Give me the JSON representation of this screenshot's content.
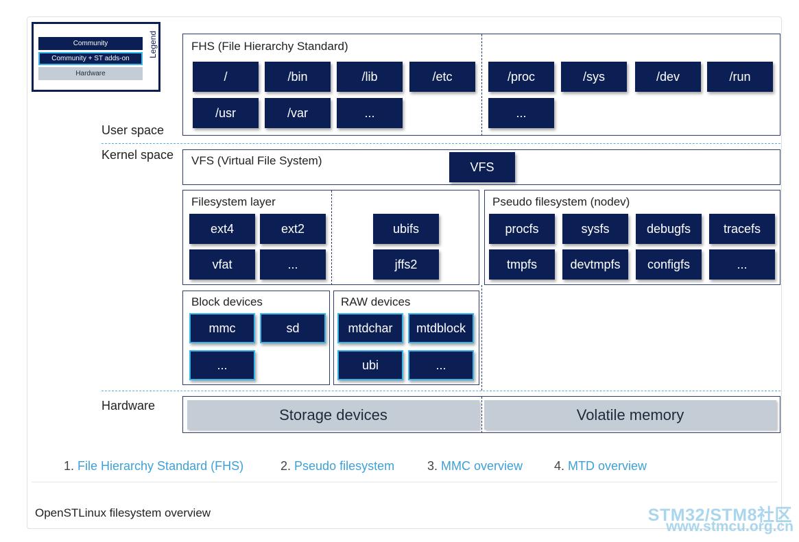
{
  "legend": {
    "title": "Legend",
    "community": "Community",
    "st_addons": "Community + ST adds-on",
    "hardware": "Hardware"
  },
  "zones": {
    "user_space": "User space",
    "kernel_space": "Kernel space",
    "hardware": "Hardware"
  },
  "fhs": {
    "title": "FHS (File Hierarchy Standard)",
    "left": [
      "/",
      "/bin",
      "/lib",
      "/etc",
      "/usr",
      "/var",
      "..."
    ],
    "right": [
      "/proc",
      "/sys",
      "/dev",
      "/run",
      "..."
    ]
  },
  "vfs": {
    "title": "VFS (Virtual File System)",
    "box": "VFS"
  },
  "fs_layer": {
    "title": "Filesystem layer",
    "left": [
      "ext4",
      "ext2",
      "vfat",
      "..."
    ],
    "right": [
      "ubifs",
      "jffs2"
    ]
  },
  "pseudo": {
    "title": "Pseudo filesystem (nodev)",
    "items": [
      "procfs",
      "sysfs",
      "debugfs",
      "tracefs",
      "tmpfs",
      "devtmpfs",
      "configfs",
      "..."
    ]
  },
  "block": {
    "title": "Block devices",
    "items": [
      "mmc",
      "sd",
      "..."
    ]
  },
  "raw": {
    "title": "RAW devices",
    "items": [
      "mtdchar",
      "mtdblock",
      "ubi",
      "..."
    ]
  },
  "hw": {
    "storage": "Storage devices",
    "volatile": "Volatile memory"
  },
  "links": [
    {
      "num": "1.",
      "text": "File Hierarchy Standard (FHS)"
    },
    {
      "num": "2.",
      "text": "Pseudo filesystem"
    },
    {
      "num": "3.",
      "text": "MMC overview"
    },
    {
      "num": "4.",
      "text": "MTD overview"
    }
  ],
  "caption": "OpenSTLinux filesystem overview",
  "watermark": {
    "line1": "STM32/STM8社区",
    "line2": "www.stmcu.org.cn"
  },
  "colors": {
    "box": "#0b1f55",
    "st_border": "#38b6ea",
    "hardware": "#c4cdd6",
    "link": "#3ea0d6"
  }
}
